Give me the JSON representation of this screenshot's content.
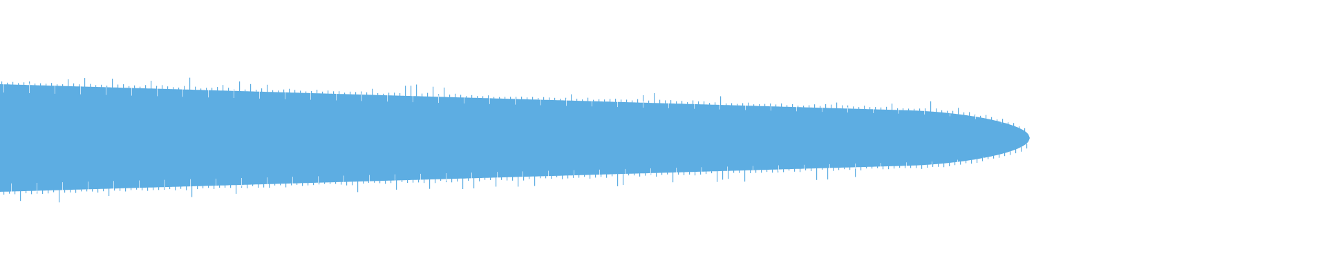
{
  "waveform": {
    "color": "#5DADE2",
    "background": "#ffffff",
    "envelope": {
      "start_amplitude": 1.0,
      "end_amplitude": 0.0,
      "shape": "taper"
    },
    "peaks_shown": true
  }
}
